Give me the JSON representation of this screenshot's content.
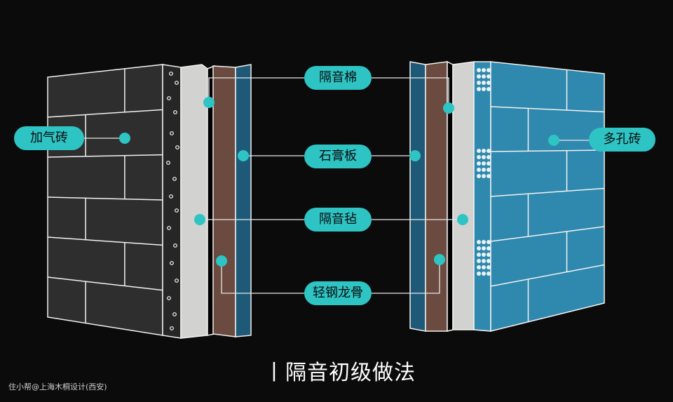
{
  "labels": {
    "aerated_brick": "加气砖",
    "perforated_brick": "多孔砖",
    "acoustic_cotton": "隔音棉",
    "gypsum_board": "石膏板",
    "acoustic_felt": "隔音毡",
    "light_steel_keel": "轻钢龙骨"
  },
  "title": "丨隔音初级做法",
  "watermark": "住小帮@上海木桐设计(西安)",
  "colors": {
    "accent": "#2ec4c4",
    "dark_brick": "#2e2e2e",
    "blue_brick": "#2f88ad",
    "gypsum": "#d2d2d0",
    "felt_brown": "#6b4a3f",
    "board_blue": "#1e5a78"
  }
}
